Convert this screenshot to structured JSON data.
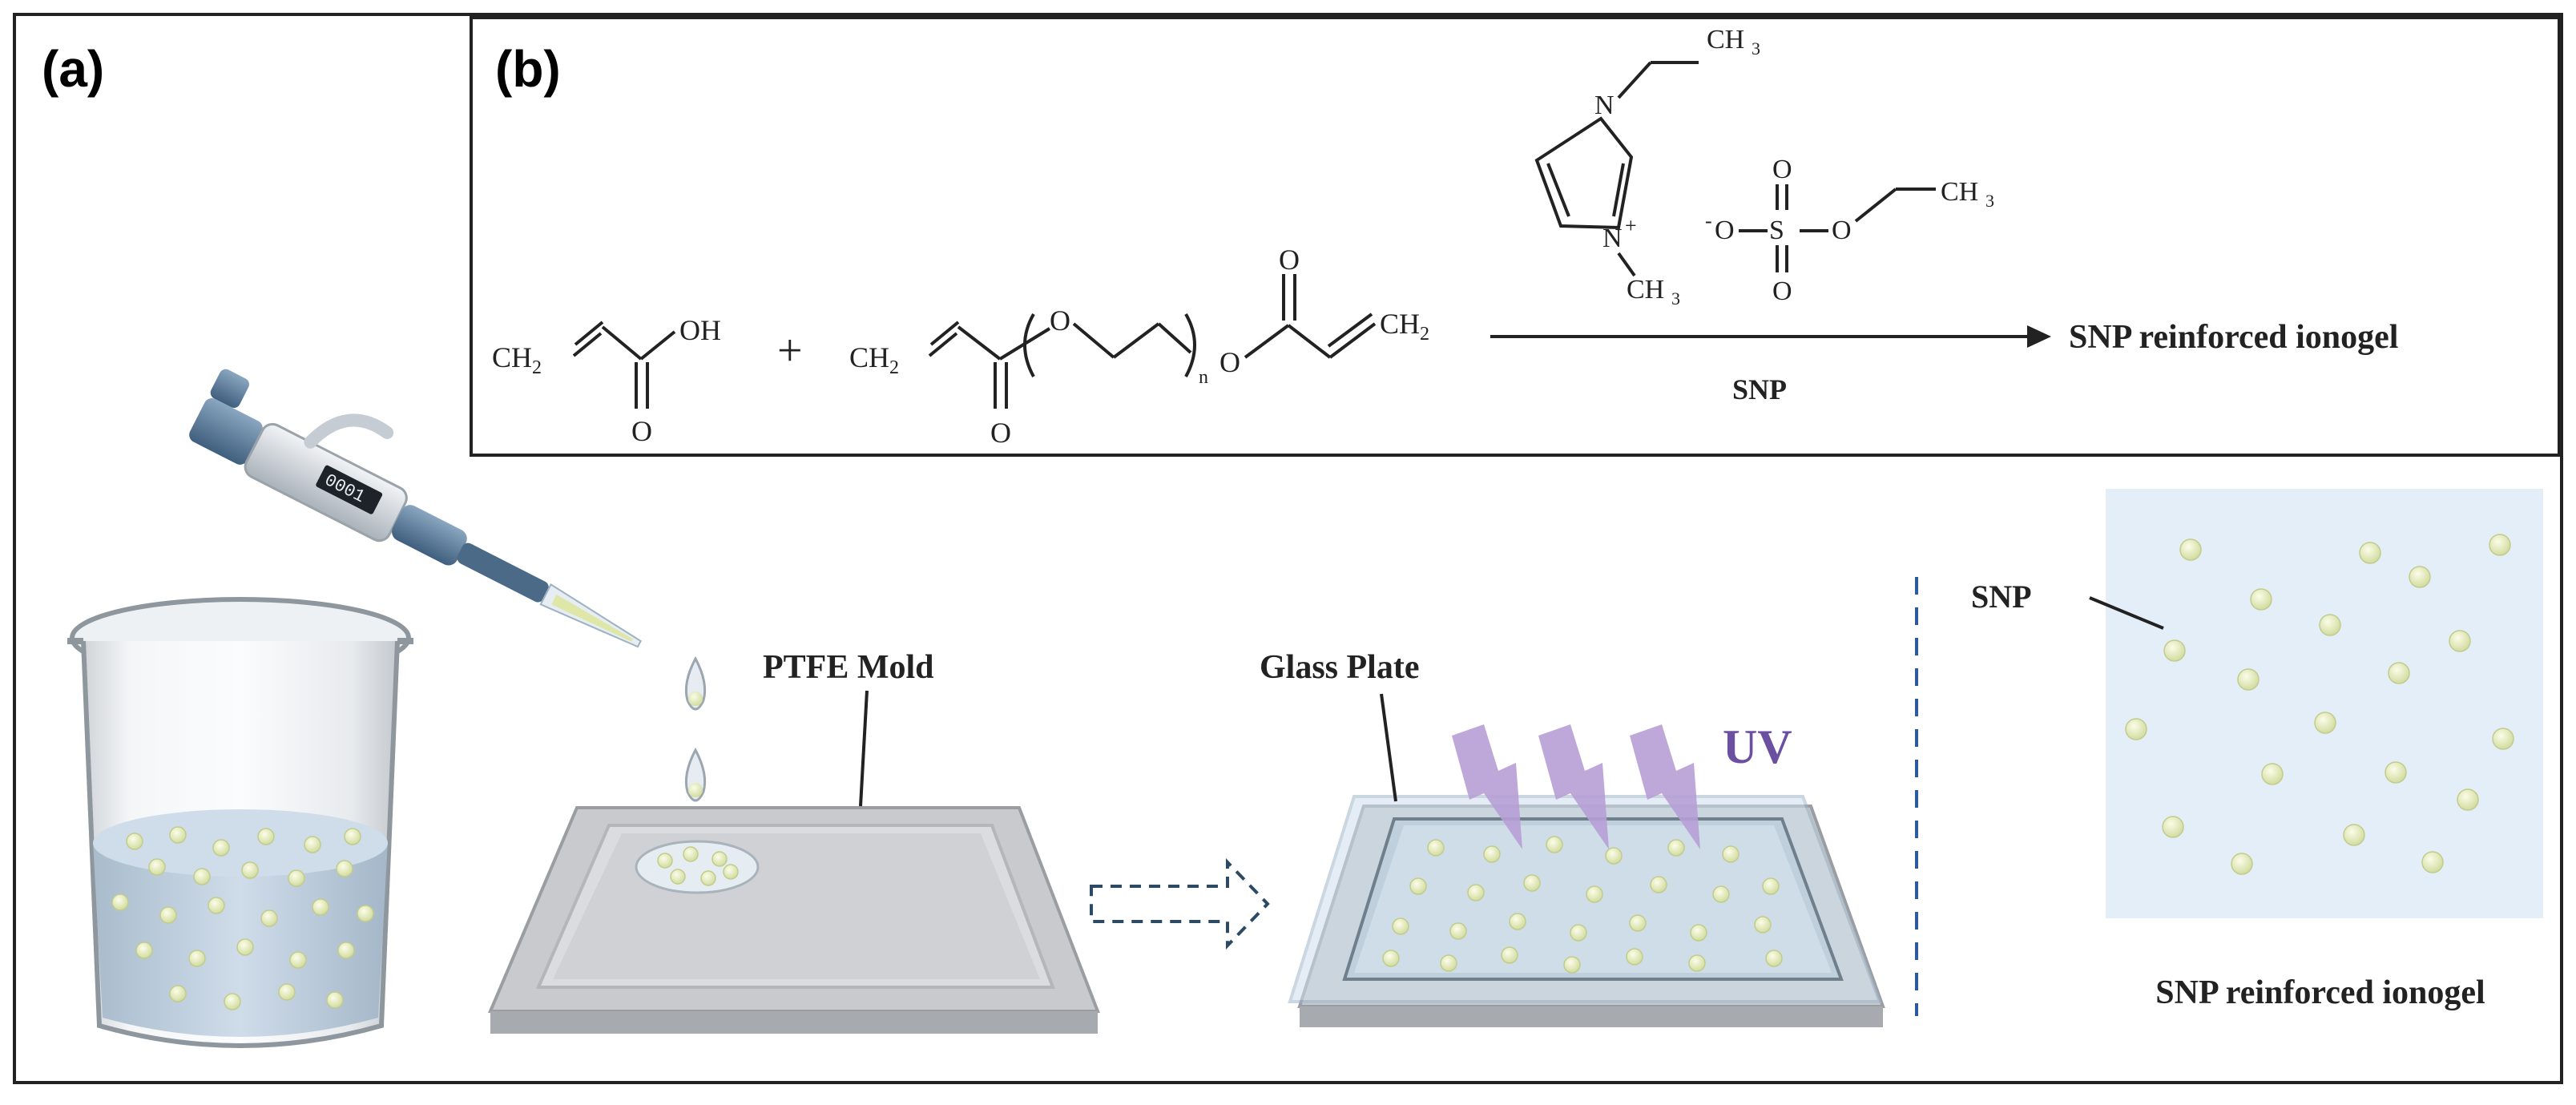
{
  "panels": {
    "a": {
      "label": "(a)"
    },
    "b": {
      "label": "(b)"
    }
  },
  "reaction": {
    "acrylic_acid": {
      "ch2": "CH",
      "sub2": "2",
      "oh": "OH",
      "o": "O"
    },
    "plus": "+",
    "pegda": {
      "ch2_left": "CH",
      "sub2": "2",
      "o_left": "O",
      "o_bottom": "O",
      "n": "n",
      "o_right": "O",
      "o_top": "O",
      "ch2_right": "CH",
      "sub2_right": "2"
    },
    "cation": {
      "n_top": "N",
      "n_bottom": "N",
      "plus": "+",
      "ch3_top": "CH",
      "ch3_bottom": "CH",
      "sub3": "3"
    },
    "anion": {
      "o_minus": "O",
      "minus": "-",
      "s": "S",
      "o_top": "O",
      "o_bottom": "O",
      "o_right": "O",
      "ch3": "CH",
      "sub3": "3"
    },
    "arrow_label": "SNP",
    "product": "SNP reinforced  ionogel"
  },
  "process": {
    "pipette_display": "0001",
    "ptfe_mold": "PTFE Mold",
    "glass_plate": "Glass Plate",
    "uv": "UV",
    "snp_label": "SNP",
    "result_label": "SNP reinforced ionogel"
  },
  "colors": {
    "border": "#222222",
    "liquid": "#c9dcec",
    "particle": "#e4ebb4",
    "uv_bolt": "#b79fd6",
    "uv_text": "#6b4fa0",
    "arrow_dash": "#2c4a63"
  }
}
